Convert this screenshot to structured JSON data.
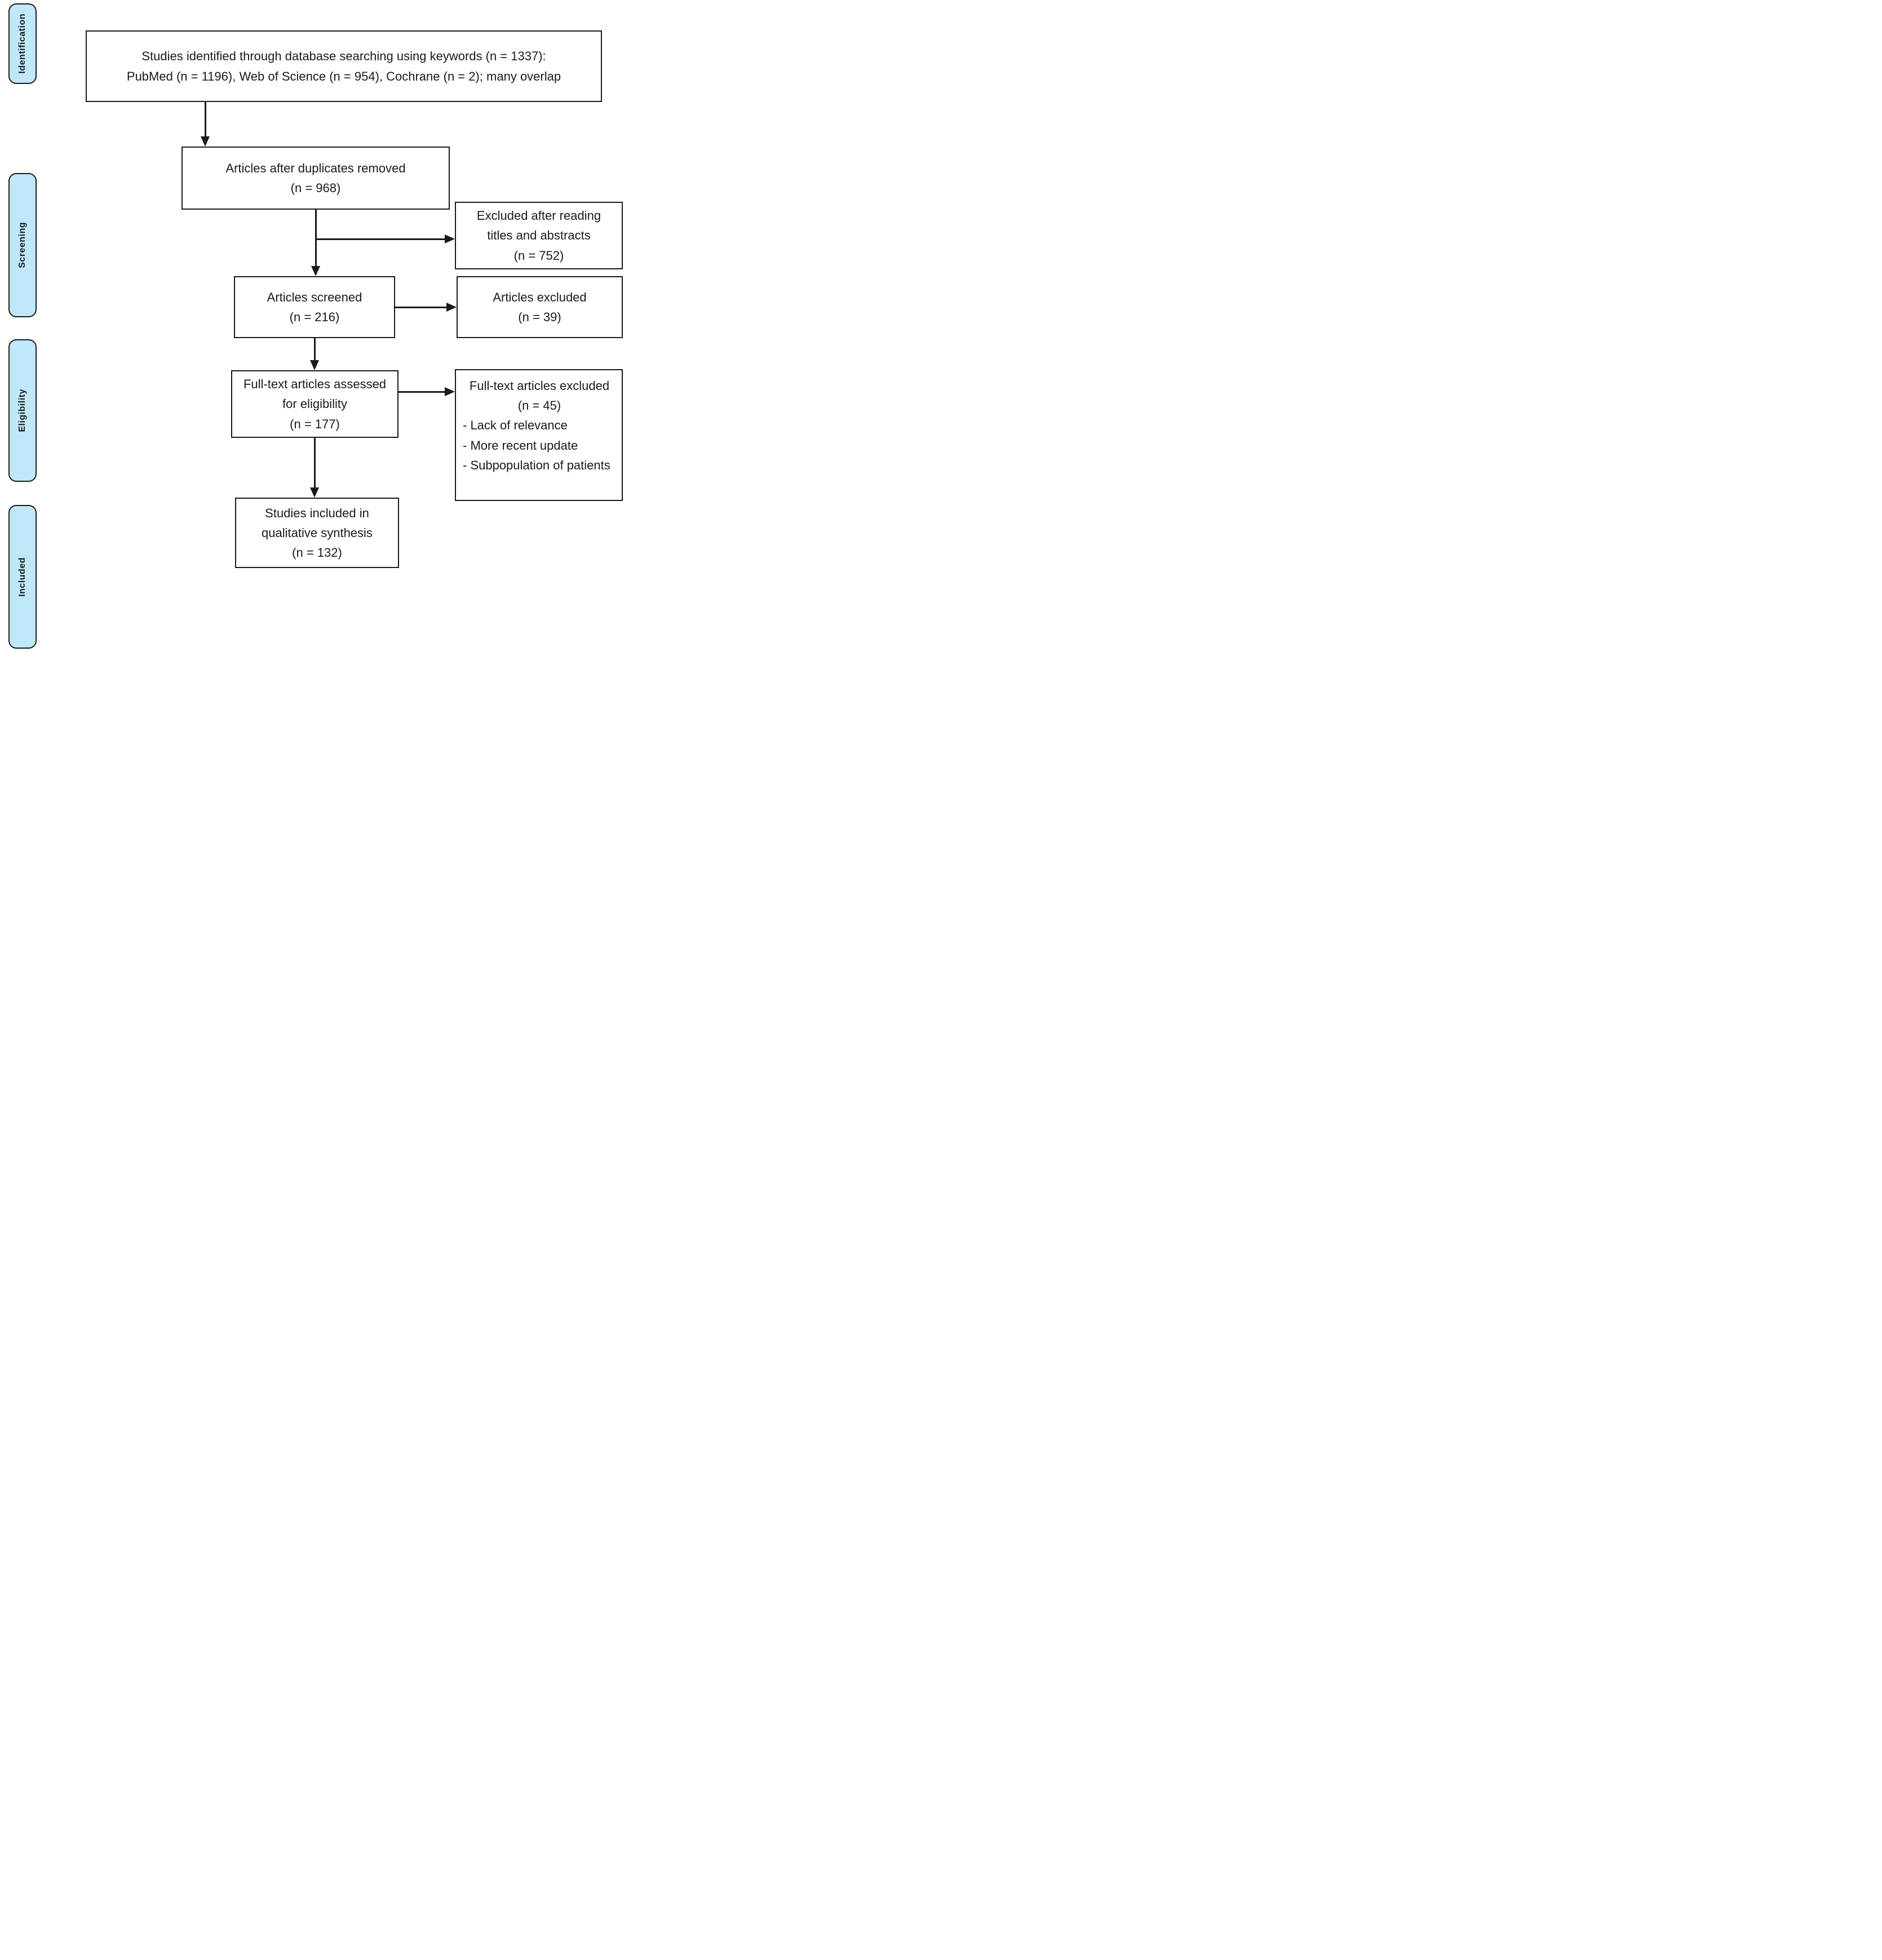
{
  "diagram": {
    "type": "prisma-flowchart",
    "colors": {
      "stage_fill": "#bfe8fb",
      "box_border": "#1a1a1a",
      "text": "#1a1a1a",
      "background": "#ffffff"
    },
    "stages": [
      {
        "label": "Identification"
      },
      {
        "label": "Screening"
      },
      {
        "label": "Eligibility"
      },
      {
        "label": "Included"
      }
    ],
    "boxes": {
      "identified": {
        "line1": "Studies identified through database searching using keywords (n = 1337):",
        "line2": "PubMed (n = 1196), Web of Science (n = 954), Cochrane (n = 2); many overlap"
      },
      "duplicates_removed": {
        "line1": "Articles after duplicates removed",
        "count": "(n = 968)"
      },
      "excluded_titles": {
        "line1": "Excluded after reading",
        "line2": "titles and abstracts",
        "count": "(n = 752)"
      },
      "screened": {
        "line1": "Articles screened",
        "count": "(n = 216)"
      },
      "articles_excluded": {
        "line1": "Articles excluded",
        "count": "(n = 39)"
      },
      "fulltext_assessed": {
        "line1": "Full-text articles assessed",
        "line2": "for eligibility",
        "count": "(n = 177)"
      },
      "fulltext_excluded": {
        "line1": "Full-text articles excluded",
        "count": "(n = 45)",
        "reasons": [
          "- Lack of relevance",
          "- More recent update",
          "- Subpopulation of patients"
        ]
      },
      "included_qualitative": {
        "line1": "Studies included in",
        "line2": "qualitative synthesis",
        "count": "(n = 132)"
      }
    }
  }
}
